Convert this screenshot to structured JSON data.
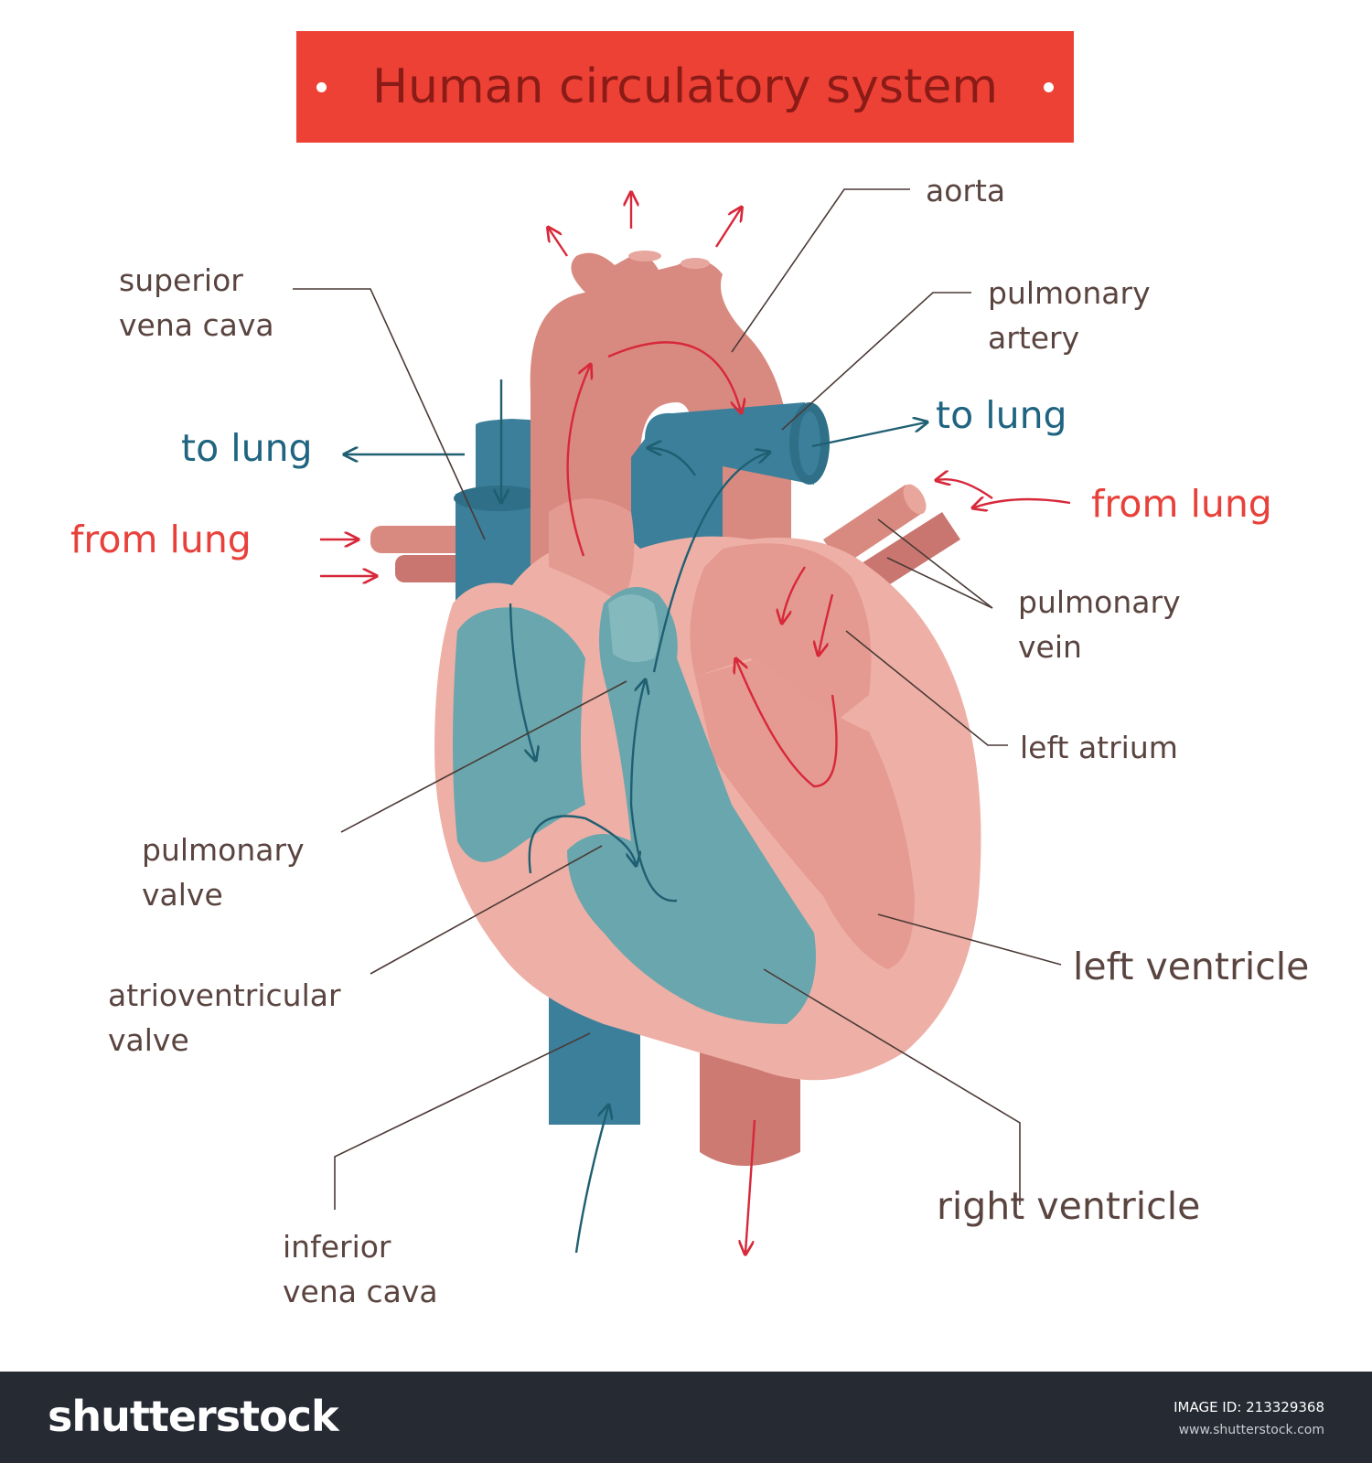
{
  "title": "Human circulatory system",
  "labels": {
    "aorta": "aorta",
    "superior_vena_cava": "superior\nvena cava",
    "pulmonary_artery": "pulmonary\nartery",
    "to_lung_left": "to lung",
    "to_lung_right": "to lung",
    "from_lung_left": "from lung",
    "from_lung_right": "from lung",
    "pulmonary_vein": "pulmonary\nvein",
    "left_atrium": "left atrium",
    "pulmonary_valve": "pulmonary\nvalve",
    "atrioventricular_valve": "atrioventricular\nvalve",
    "left_ventricle": "left ventricle",
    "right_ventricle": "right ventricle",
    "inferior_vena_cava": "inferior\nvena cava"
  },
  "footer": {
    "logo": "shutterstock",
    "image_id_label": "IMAGE ID: 213329368",
    "site": "www.shutterstock.com"
  },
  "colors": {
    "title_bar": "#ee4136",
    "oxygenated": "#d98a80",
    "deoxygenated": "#3b7f9a",
    "right_chamber": "#6aa6ad",
    "heart_wall": "#eeb0a6",
    "arrow_red": "#d7283a",
    "arrow_blue": "#1f5f72"
  }
}
